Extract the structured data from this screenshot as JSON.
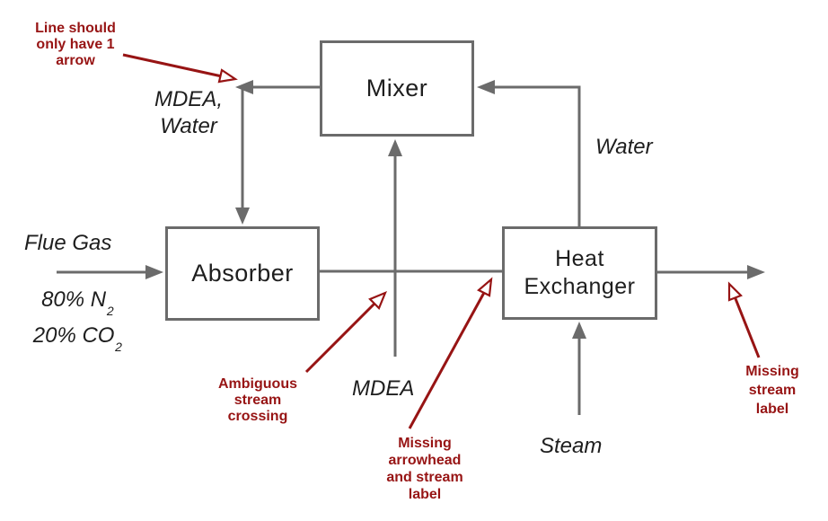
{
  "colors": {
    "line_gray": "#6b6b6b",
    "text_dark": "#1e1e1e",
    "annotation_red": "#971414"
  },
  "boxes": {
    "mixer": "Mixer",
    "absorber": "Absorber",
    "heat_exchanger": "Heat Exchanger"
  },
  "stream_labels": {
    "mdea_water": {
      "line1": "MDEA,",
      "line2": "Water"
    },
    "water": "Water",
    "flue_gas": "Flue Gas",
    "flue_gas_composition": {
      "line1_main": "80% N",
      "line1_sub": "2",
      "line2_main": "20% CO",
      "line2_sub": "2"
    },
    "mdea": "MDEA",
    "steam": "Steam"
  },
  "annotations": {
    "two_arrows": {
      "lines": [
        "Line should",
        "only have 1",
        "arrow"
      ]
    },
    "ambiguous_crossing": {
      "lines": [
        "Ambiguous",
        "stream",
        "crossing"
      ]
    },
    "missing_arrowhead": {
      "lines": [
        "Missing",
        "arrowhead",
        "and stream",
        "label"
      ]
    },
    "missing_stream_label": {
      "lines": [
        "Missing",
        "stream",
        "label"
      ]
    }
  }
}
